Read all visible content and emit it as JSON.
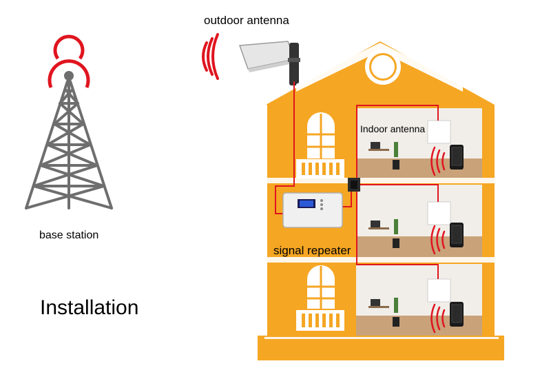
{
  "labels": {
    "outdoor_antenna": "outdoor antenna",
    "base_station": "base station",
    "installation": "Installation",
    "indoor_antenna": "Indoor antenna",
    "signal_repeater": "signal repeater"
  },
  "colors": {
    "house": "#f5a623",
    "house_outline": "#ffffff",
    "cable": "#e0141e",
    "signal_wave": "#e0141e",
    "tower": "#6e6e6e",
    "room_wall": "#f1eee9",
    "room_floor": "#c9a27a"
  },
  "icons": {
    "tower": "cell-tower-icon",
    "outdoor_antenna": "yagi-antenna-icon",
    "repeater": "signal-repeater-device-icon",
    "phone": "smartphone-icon",
    "splitter": "splitter-icon"
  }
}
